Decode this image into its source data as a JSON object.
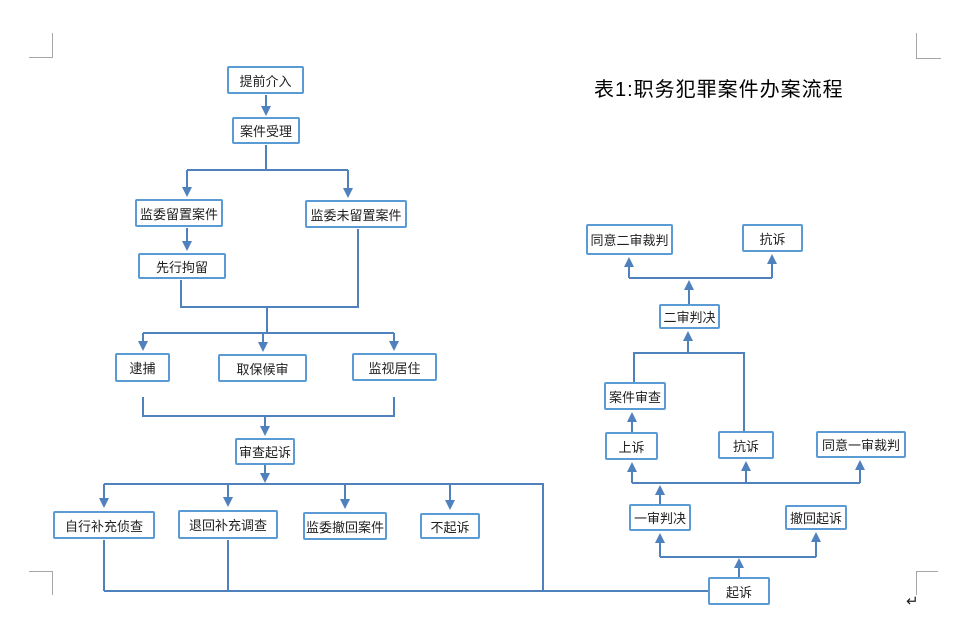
{
  "title": "表1:职务犯罪案件办案流程",
  "paragraph_mark": "↵",
  "colors": {
    "connector_blue": "#4f81bd",
    "box_border_blue": "#5b9bd5"
  },
  "nodes": {
    "tiqian_jieru": {
      "label": "提前介入"
    },
    "anjian_shouli": {
      "label": "案件受理"
    },
    "jianwei_liuzhi_anjian": {
      "label": "监委留置案件"
    },
    "jianwei_wei_liuzhi_anjian": {
      "label": "监委未留置案件"
    },
    "xianxing_juliu": {
      "label": "先行拘留"
    },
    "daibu": {
      "label": "逮捕"
    },
    "qubao_houshen": {
      "label": "取保候审"
    },
    "jianshi_juzhu": {
      "label": "监视居住"
    },
    "shencha_qisu": {
      "label": "审查起诉"
    },
    "zixing_buchong_zhencha": {
      "label": "自行补充侦查"
    },
    "tuihui_buchong_diaocha": {
      "label": "退回补充调查"
    },
    "jianwei_chehui_anjian": {
      "label": "监委撤回案件"
    },
    "bu_qisu": {
      "label": "不起诉"
    },
    "tongyi_ershen_caipan": {
      "label": "同意二审裁判"
    },
    "kangsu_ershen": {
      "label": "抗诉"
    },
    "ershen_panjue": {
      "label": "二审判决"
    },
    "anjian_shencha": {
      "label": "案件审查"
    },
    "shangsu": {
      "label": "上诉"
    },
    "kangsu_yishen": {
      "label": "抗诉"
    },
    "tongyi_yishen_caipan": {
      "label": "同意一审裁判"
    },
    "yishen_panjue": {
      "label": "一审判决"
    },
    "chehui_qisu": {
      "label": "撤回起诉"
    },
    "qisu": {
      "label": "起诉"
    }
  }
}
